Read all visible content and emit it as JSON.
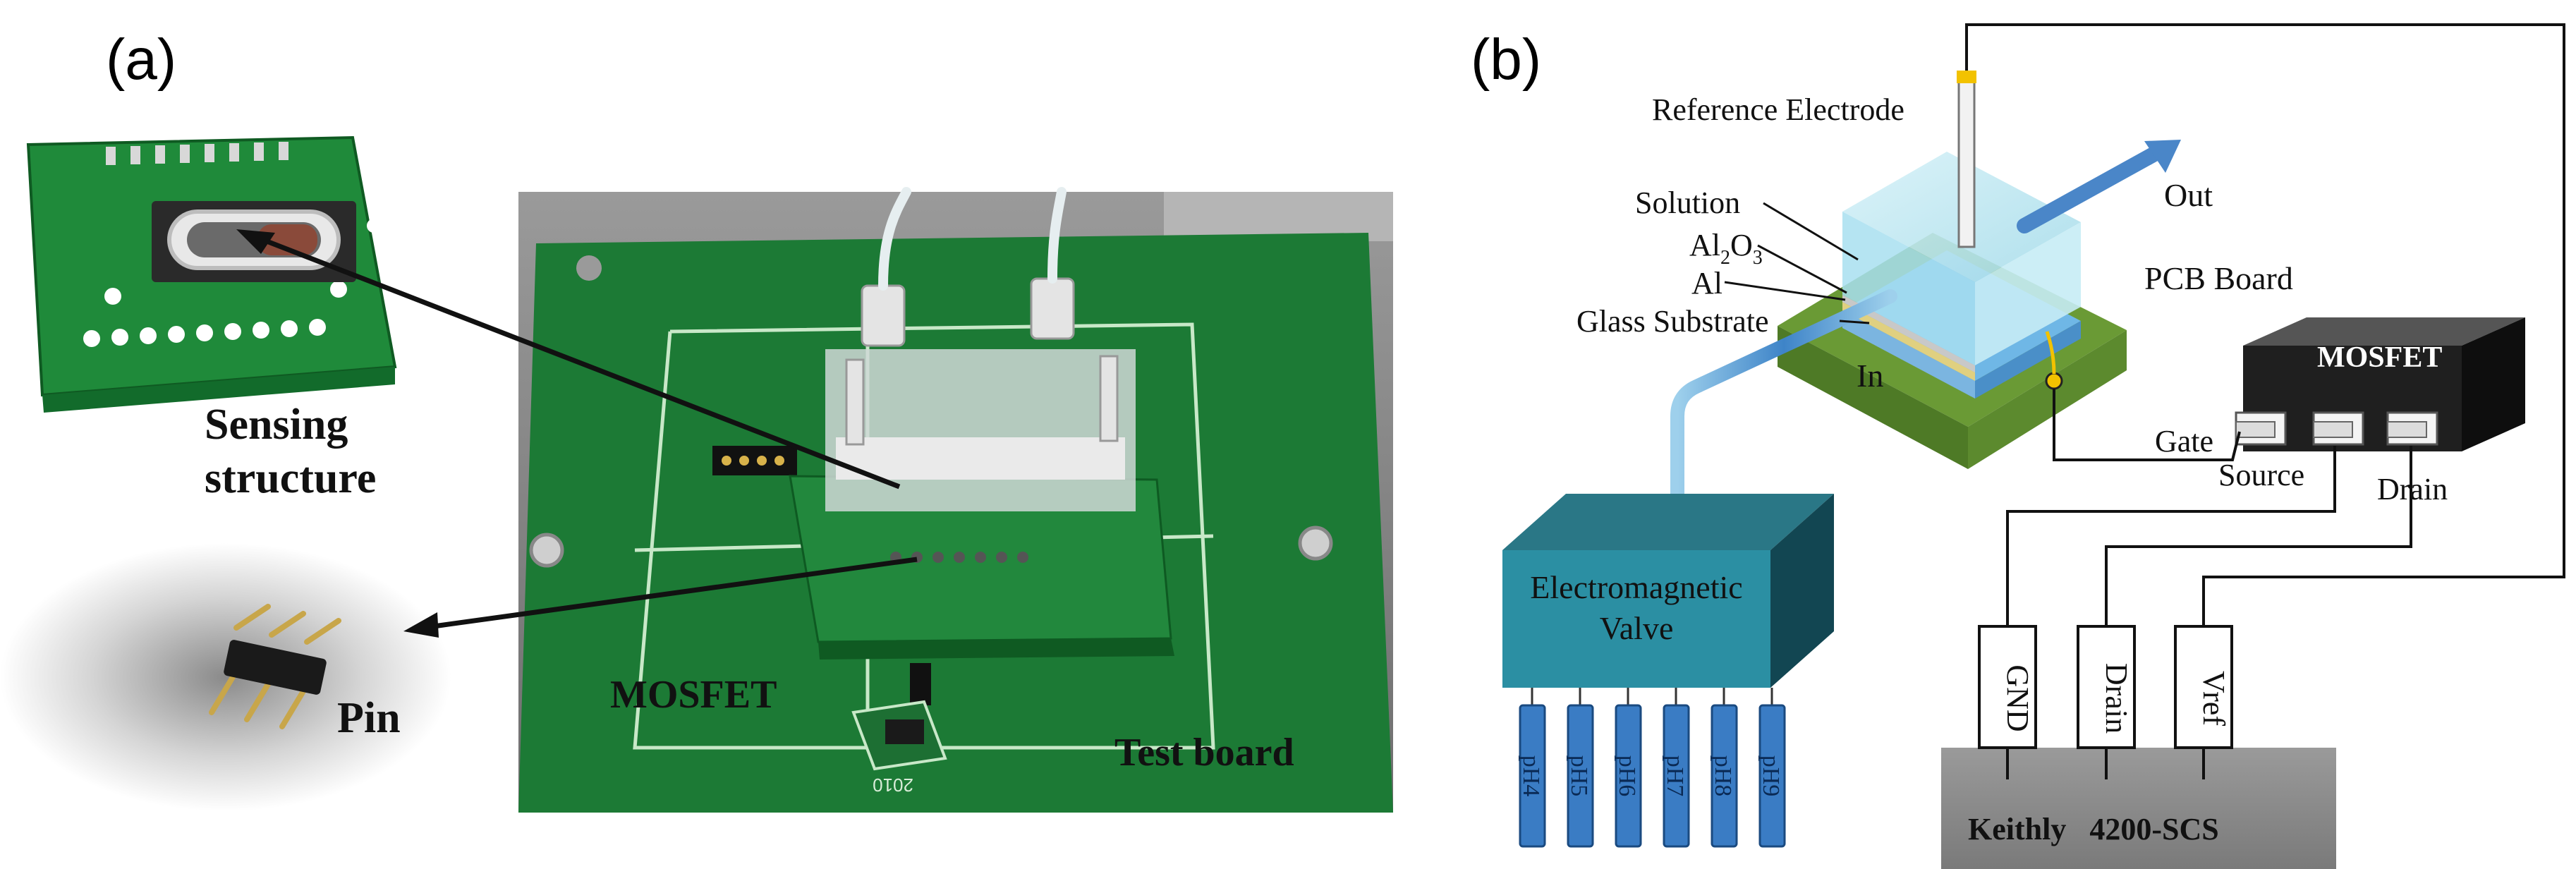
{
  "panel_a": {
    "panel_label": "(a)",
    "sensing_label_line1": "Sensing",
    "sensing_label_line2": "structure",
    "pin_label": "Pin",
    "mosfet_label": "MOSFET",
    "testboard_label": "Test board"
  },
  "panel_b": {
    "panel_label": "(b)",
    "reference_electrode": "Reference Electrode",
    "out_label": "Out",
    "solution_label": "Solution",
    "al2o3_label": "Al",
    "al2o3_sub": "2",
    "al2o3_tail": "O",
    "al2o3_sub2": "3",
    "al_label": "Al",
    "glass_label": "Glass Substrate",
    "pcb_label": "PCB Board",
    "in_label": "In",
    "mosfet_label": "MOSFET",
    "gate_label": "Gate",
    "source_label": "Source",
    "drain_label": "Drain",
    "valve_line1": "Electromagnetic",
    "valve_line2": "Valve",
    "tubes": [
      "pH4",
      "pH5",
      "pH6",
      "pH7",
      "pH8",
      "pH9"
    ],
    "instrument_inputs": [
      "GND",
      "Drain",
      "Vref"
    ],
    "instrument_label": "Keithly   4200-SCS"
  },
  "colors": {
    "pcb_green": "#1f8a3a",
    "board_green": "#5e8f2e",
    "valve_teal": "#2b8a9a",
    "tube_blue": "#3a78c0",
    "electrode_yellow": "#f2c200"
  }
}
